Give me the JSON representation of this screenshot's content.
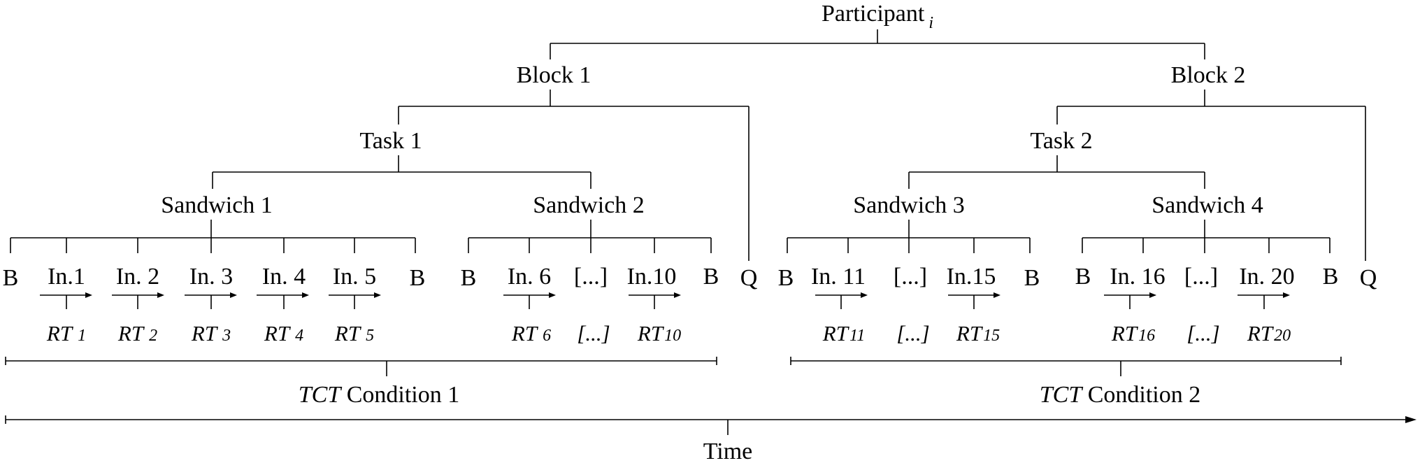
{
  "participant": {
    "label": "Participant",
    "subscript": "i"
  },
  "blocks": [
    "Block 1",
    "Block 2"
  ],
  "tasks": [
    "Task 1",
    "Task 2"
  ],
  "sandwiches": [
    "Sandwich 1",
    "Sandwich 2",
    "Sandwich 3",
    "Sandwich 4"
  ],
  "leaves": {
    "b": "B",
    "q": "Q",
    "ellipsis": "[...]",
    "rt_ellipsis": "[...]",
    "rt": "RT",
    "s1_items": [
      "In.1",
      "In. 2",
      "In. 3",
      "In. 4",
      "In. 5"
    ],
    "s1_rt": [
      "1",
      "2",
      "3",
      "4",
      "5"
    ],
    "s2_items": [
      "In. 6",
      "In.10"
    ],
    "s2_rt": [
      "6",
      "10"
    ],
    "s3_items": [
      "In. 11",
      "In.15"
    ],
    "s3_rt": [
      "11",
      "15"
    ],
    "s4_items": [
      "In. 16",
      "In. 20"
    ],
    "s4_rt": [
      "16",
      "20"
    ]
  },
  "conditions": [
    {
      "prefix": "TCT",
      "suffix": " Condition 1"
    },
    {
      "prefix": "TCT",
      "suffix": " Condition 2"
    }
  ],
  "time_label": "Time"
}
